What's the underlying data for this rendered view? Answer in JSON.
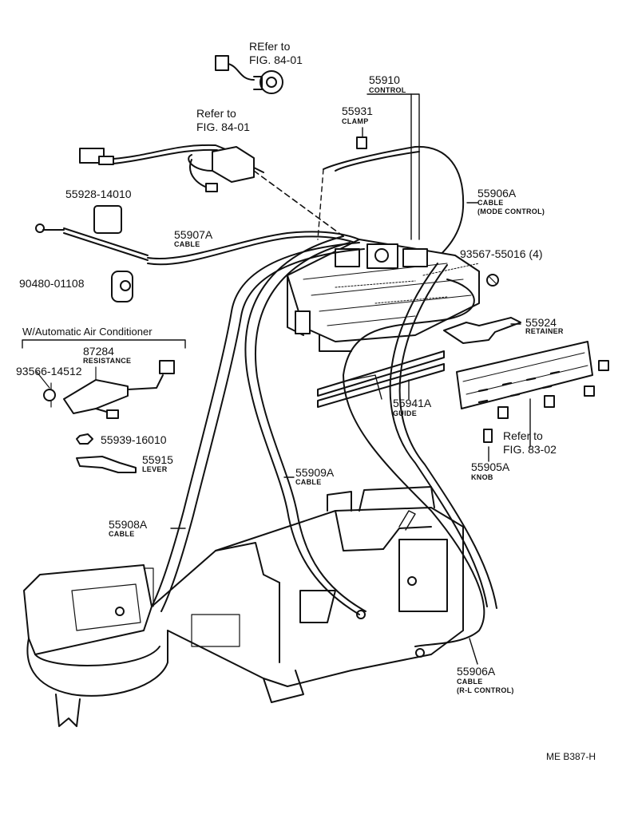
{
  "refs": {
    "top_ref_a": "REfer to",
    "top_ref_b": "FIG. 84-01",
    "mid_ref_a": "Refer to",
    "mid_ref_b": "FIG. 84-01",
    "fig83_a": "Refer to",
    "fig83_b": "FIG. 83-02"
  },
  "parts": {
    "p55910": "55910",
    "p55910_desc": "CONTROL",
    "p55931": "55931",
    "p55931_desc": "CLAMP",
    "p55906a_top": "55906A",
    "p55906a_top_desc1": "CABLE",
    "p55906a_top_desc2": "(MODE CONTROL)",
    "p55928": "55928-14010",
    "p55907a": "55907A",
    "p55907a_desc": "CABLE",
    "p93567": "93567-55016 (4)",
    "p90480": "90480-01108",
    "p55924": "55924",
    "p55924_desc": "RETAINER",
    "p87284": "87284",
    "p87284_desc": "RESISTANCE",
    "p93566": "93566-14512",
    "p55941a": "55941A",
    "p55941a_desc": "GUIDE",
    "p55939": "55939-16010",
    "p55915": "55915",
    "p55915_desc": "LEVER",
    "p55905a": "55905A",
    "p55905a_desc": "KNOB",
    "p55909a": "55909A",
    "p55909a_desc": "CABLE",
    "p55908a": "55908A",
    "p55908a_desc": "CABLE",
    "p55906a_bot": "55906A",
    "p55906a_bot_desc1": "CABLE",
    "p55906a_bot_desc2": "(R-L CONTROL)"
  },
  "group_title": "W/Automatic Air Conditioner",
  "diagram_code": "ME B387-H"
}
